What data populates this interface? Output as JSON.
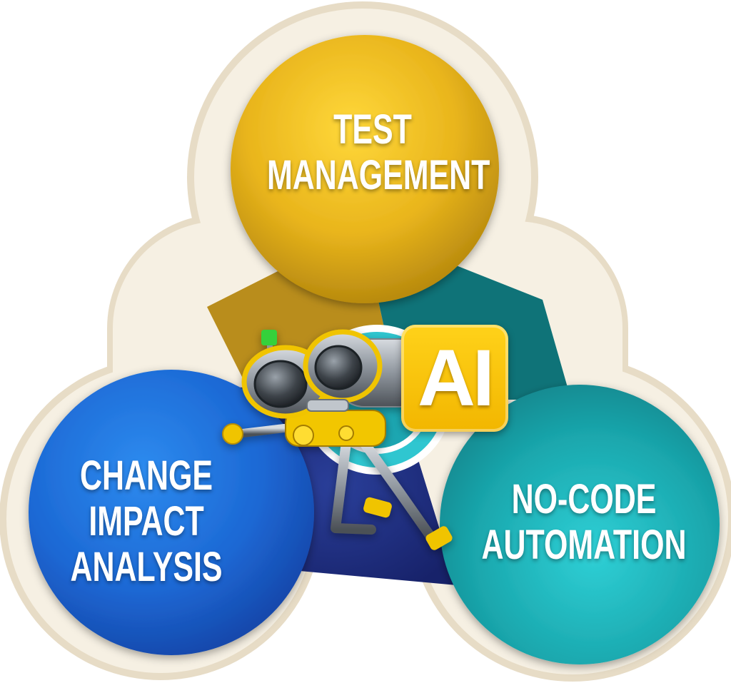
{
  "diagram": {
    "circles": [
      {
        "id": "top",
        "lines": [
          "TEST",
          "MANAGEMENT"
        ],
        "color": "#e4b51a"
      },
      {
        "id": "left",
        "lines": [
          "CHANGE",
          "IMPACT",
          "ANALYSIS"
        ],
        "color": "#1e6fd6"
      },
      {
        "id": "right",
        "lines": [
          "NO-CODE",
          "AUTOMATION"
        ],
        "color": "#1aa7ad"
      }
    ],
    "center_badge": {
      "text": "AI",
      "color": "#f7c300"
    },
    "mascot": {
      "icon": "robot-binoculars-icon"
    },
    "colors": {
      "outline": "#efe6d4",
      "center_ring": "#2fc6d0",
      "overlap": "#1d2f7a"
    }
  }
}
